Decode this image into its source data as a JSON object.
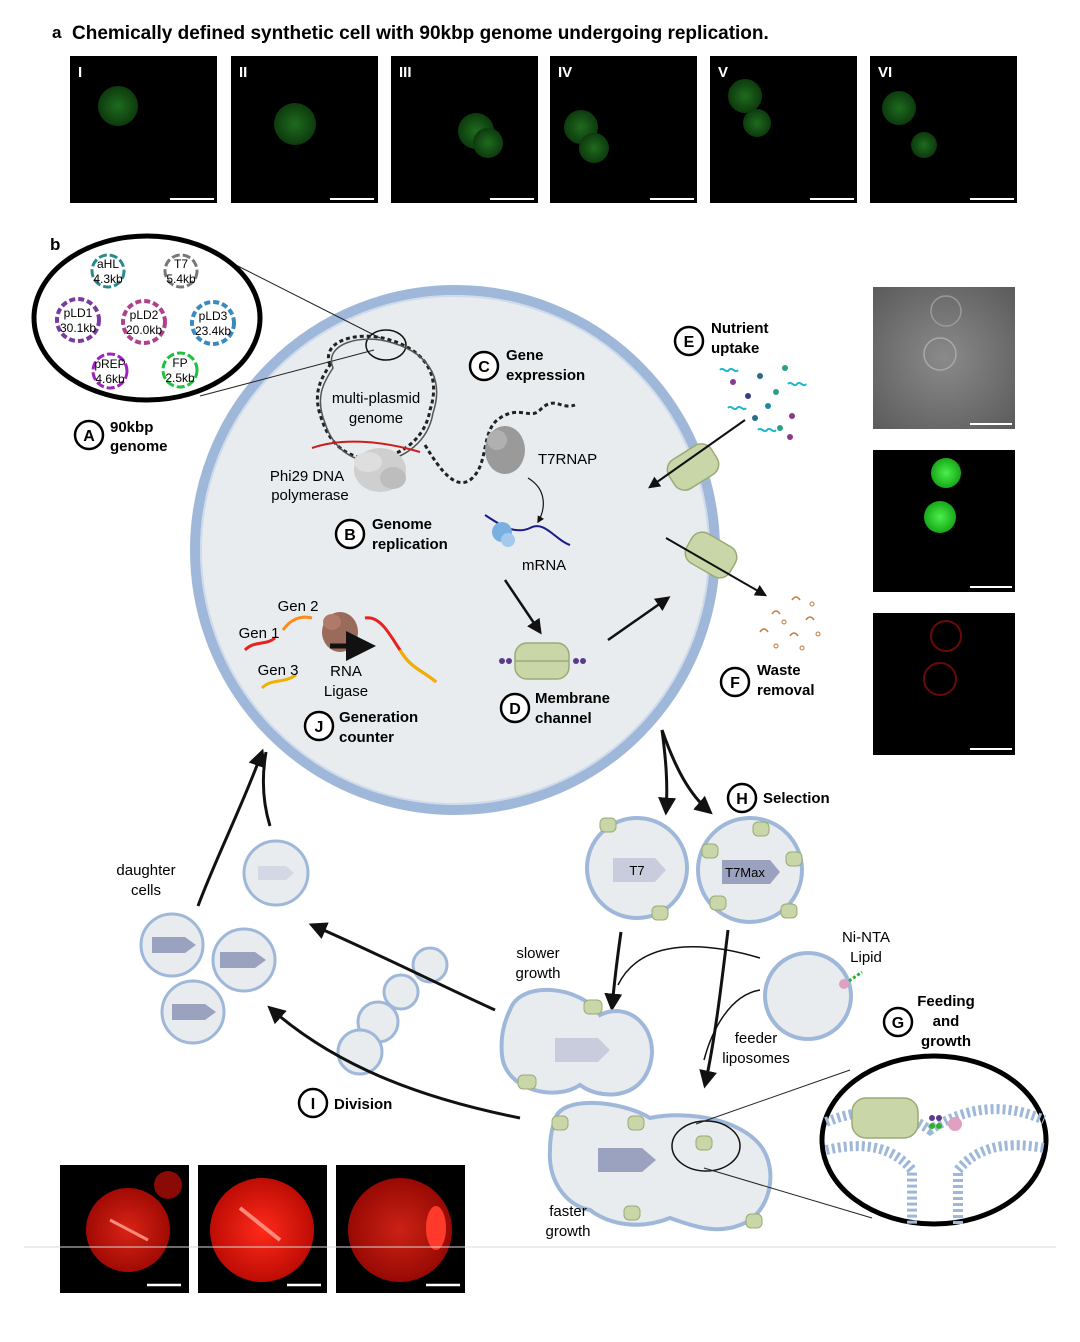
{
  "panel_a": {
    "letter": "a",
    "title": "Chemically defined synthetic cell with 90kbp genome undergoing replication.",
    "frames": [
      "I",
      "II",
      "III",
      "IV",
      "V",
      "VI"
    ]
  },
  "panel_b": {
    "letter": "b",
    "plasmids": [
      {
        "name": "aHL",
        "size": "4.3kb"
      },
      {
        "name": "T7",
        "size": "5.4kb"
      },
      {
        "name": "pLD1",
        "size": "30.1kb"
      },
      {
        "name": "pLD2",
        "size": "20.0kb"
      },
      {
        "name": "pLD3",
        "size": "23.4kb"
      },
      {
        "name": "pREP",
        "size": "4.6kb"
      },
      {
        "name": "FP",
        "size": "2.5kb"
      }
    ],
    "modules": {
      "A": {
        "letter": "A",
        "line1": "90kbp",
        "line2": "genome"
      },
      "B": {
        "letter": "B",
        "line1": "Genome",
        "line2": "replication"
      },
      "C": {
        "letter": "C",
        "line1": "Gene",
        "line2": "expression"
      },
      "D": {
        "letter": "D",
        "line1": "Membrane",
        "line2": "channel"
      },
      "E": {
        "letter": "E",
        "line1": "Nutrient",
        "line2": "uptake"
      },
      "F": {
        "letter": "F",
        "line1": "Waste",
        "line2": "removal"
      },
      "G": {
        "letter": "G",
        "line1": "Feeding",
        "line2": "and",
        "line3": "growth"
      },
      "H": {
        "letter": "H",
        "line1": "Selection"
      },
      "I": {
        "letter": "I",
        "line1": "Division"
      },
      "J": {
        "letter": "J",
        "line1": "Generation",
        "line2": "counter"
      }
    },
    "labels": {
      "multi_plasmid_1": "multi-plasmid",
      "multi_plasmid_2": "genome",
      "phi29_1": "Phi29 DNA",
      "phi29_2": "polymerase",
      "t7rnap": "T7RNAP",
      "mrna": "mRNA",
      "gen1": "Gen 1",
      "gen2": "Gen 2",
      "gen3": "Gen 3",
      "rna_ligase_1": "RNA",
      "rna_ligase_2": "Ligase",
      "t7": "T7",
      "t7max": "T7Max",
      "slower_1": "slower",
      "slower_2": "growth",
      "faster_1": "faster",
      "faster_2": "growth",
      "ni_nta_1": "Ni-NTA",
      "ni_nta_2": "Lipid",
      "feeder_1": "feeder",
      "feeder_2": "liposomes",
      "daughter_1": "daughter",
      "daughter_2": "cells"
    }
  },
  "colors": {
    "green_fluor": "#1f6b1f",
    "bright_green": "#2fd42f",
    "red_fluor": "#e0100e",
    "membrane": "#9fb8da",
    "cell_fill": "#e8ecee",
    "channel": "#c9d6a8"
  }
}
